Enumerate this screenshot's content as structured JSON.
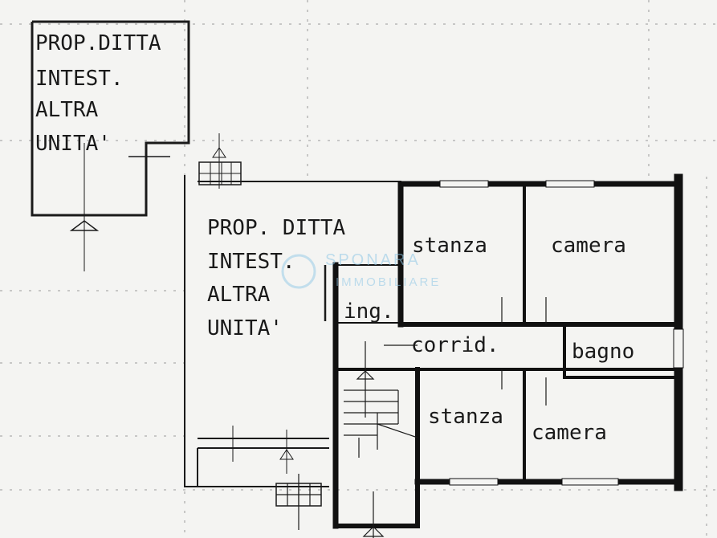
{
  "labels": {
    "annex_line1": "PROP.DITTA",
    "annex_line2": "INTEST.",
    "annex_line3": "ALTRA",
    "annex_line4": "UNITA'",
    "main_line1": "PROP. DITTA",
    "main_line2": "INTEST.",
    "main_line3": "ALTRA",
    "main_line4": "UNITA'",
    "stanza_top": "stanza",
    "camera_top": "camera",
    "ingresso": "ing.",
    "corridoio": "corrid.",
    "bagno": "bagno",
    "stanza_bottom": "stanza",
    "camera_bottom": "camera"
  },
  "watermark": {
    "line1": "SPONARA",
    "line2": "IMMOBILIARE"
  },
  "colors": {
    "paper": "#f4f4f2",
    "ink": "#1a1a1a",
    "watermark": "#8fc7e6"
  }
}
